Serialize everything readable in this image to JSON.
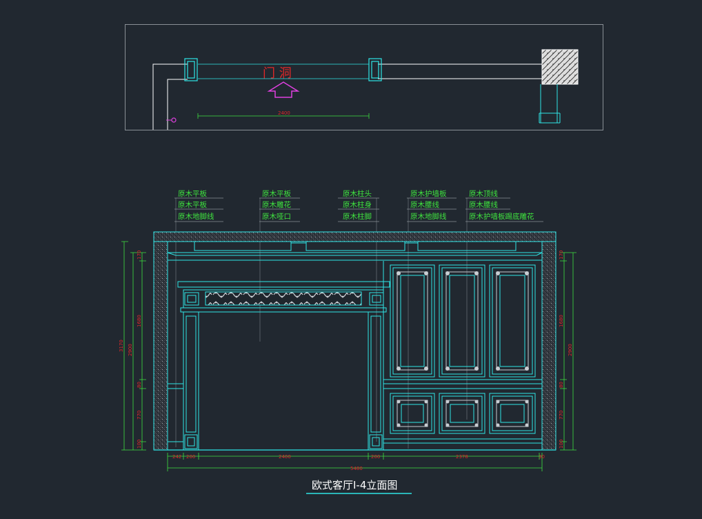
{
  "title": "欧式客厅I-4立面图",
  "plan": {
    "door_label": "门 洞",
    "dimension": "2400"
  },
  "callouts": {
    "group1": [
      "原木平板",
      "原木平板",
      "原木地脚线"
    ],
    "group2": [
      "原木平板",
      "原木雕花",
      "原木哑口"
    ],
    "group3": [
      "原木柱头",
      "原木柱身",
      "原木柱脚"
    ],
    "group4": [
      "原木护墙板",
      "原木腰线",
      "原木地脚线"
    ],
    "group5": [
      "原木顶线",
      "原木腰线",
      "原木护墙板踢底雕花"
    ]
  },
  "dimensions": {
    "bottom": [
      "242",
      "200",
      "2400",
      "200",
      "2378",
      "30"
    ],
    "total": "5480",
    "left_overall": "3170",
    "left_inner": "2900",
    "left_segments": [
      "170",
      "1680",
      "80",
      "770",
      "100"
    ],
    "right_overall": "2900",
    "right_segments": [
      "170",
      "1680",
      "80",
      "770",
      "100"
    ]
  },
  "colors": {
    "background": "#212830",
    "outline": "#2ee6e6",
    "white_line": "#ffffff",
    "callout_text": "#3fe03f",
    "dimension_text": "#e02828",
    "dimension_line": "#3fe03f",
    "marker": "#e040e0",
    "hatch": "#9aa0a6"
  },
  "icons": {
    "direction_arrow": "up-arrow-icon",
    "hatch_column": "concrete-hatch-icon"
  }
}
